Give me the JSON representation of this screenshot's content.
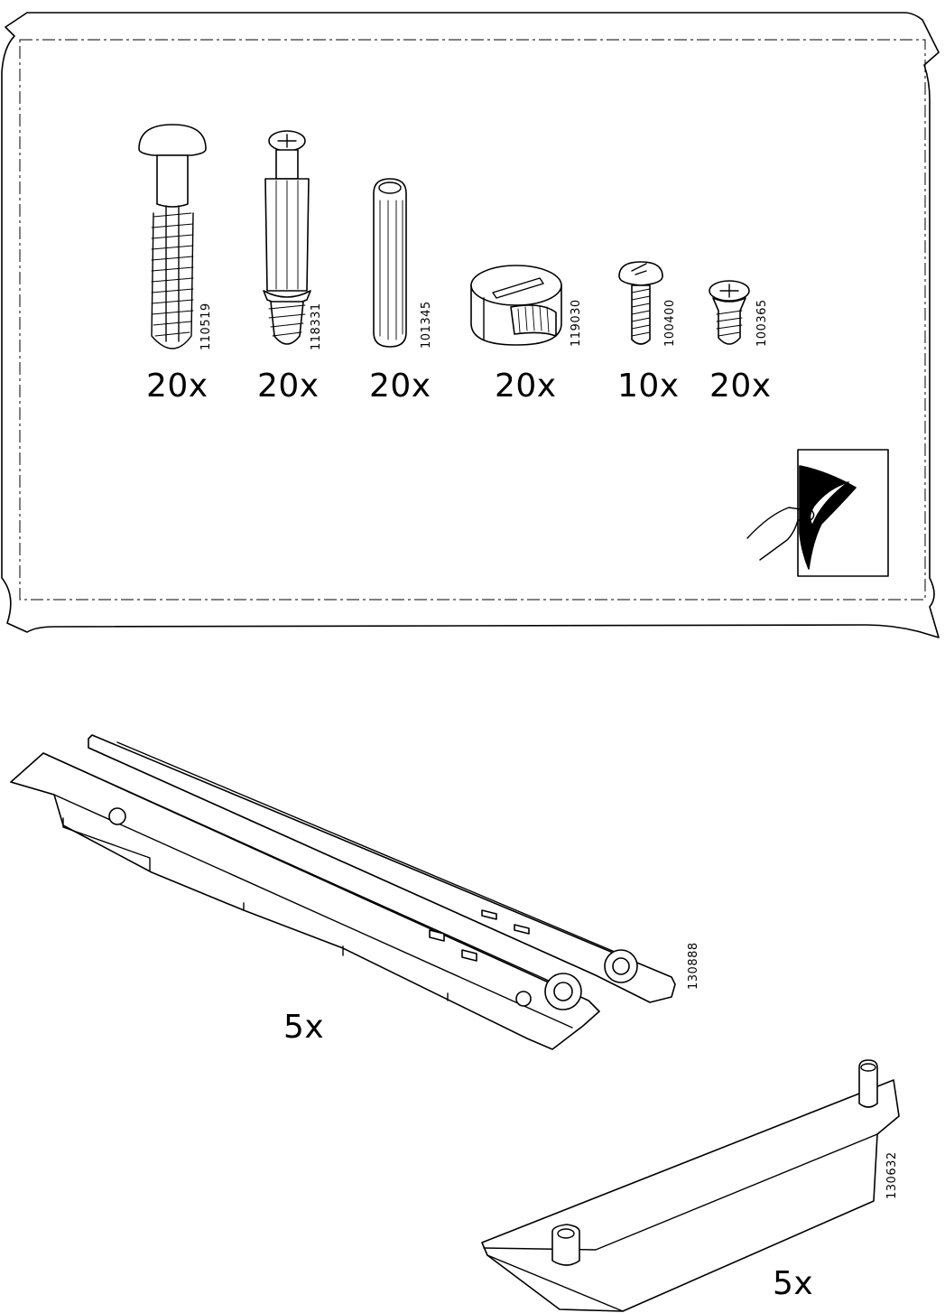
{
  "hardware_bag": {
    "parts": [
      {
        "id": "pin-bolt",
        "code": "110519",
        "qty": "20x",
        "icon": "pin-bolt-icon"
      },
      {
        "id": "cam-bolt",
        "code": "118331",
        "qty": "20x",
        "icon": "cam-bolt-icon"
      },
      {
        "id": "dowel",
        "code": "101345",
        "qty": "20x",
        "icon": "wooden-dowel-icon"
      },
      {
        "id": "cam-lock",
        "code": "119030",
        "qty": "20x",
        "icon": "cam-lock-icon"
      },
      {
        "id": "machine-screw",
        "code": "100400",
        "qty": "10x",
        "icon": "machine-screw-icon"
      },
      {
        "id": "short-screw",
        "code": "100365",
        "qty": "20x",
        "icon": "short-screw-icon"
      }
    ],
    "peel_icon": "peel-sticker-icon"
  },
  "large_parts": [
    {
      "id": "drawer-runner",
      "code": "130888",
      "qty": "5x",
      "icon": "drawer-runner-icon"
    },
    {
      "id": "shelf-bracket",
      "code": "130632",
      "qty": "5x",
      "icon": "bracket-plate-icon"
    }
  ]
}
